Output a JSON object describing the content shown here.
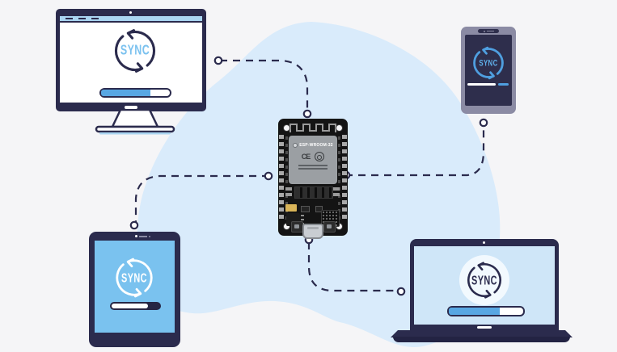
{
  "page": {
    "background_color": "#f5f5f7",
    "blob_color": "#d9ebfb"
  },
  "palette": {
    "navy": "#2b2b4d",
    "blue": "#58a7e3",
    "light_blue_text": "#7cc2ef",
    "phone_body": "#8b8ba4",
    "phone_screen": "#2e2e4c",
    "tablet_screen": "#7ac2ef",
    "laptop_screen": "#cfe6f8",
    "board_black": "#141414",
    "shield_gray": "#9b9fa3"
  },
  "devices": [
    {
      "id": "desktop-monitor",
      "position": "top-left",
      "sync_label": "SYNC",
      "progress_percent": 72
    },
    {
      "id": "smartphone",
      "position": "top-right",
      "sync_label": "SYNC",
      "progress_percent": 70
    },
    {
      "id": "tablet",
      "position": "bottom-left",
      "sync_label": "SYNC",
      "progress_percent": 72
    },
    {
      "id": "laptop",
      "position": "bottom-right",
      "sync_label": "SYNC",
      "progress_percent": 68
    }
  ],
  "board": {
    "id": "esp32-devkit",
    "module_label": "ESP-WROOM-32",
    "ce_mark": "CE"
  },
  "connections": [
    {
      "from": "esp32-devkit",
      "to": "desktop-monitor"
    },
    {
      "from": "esp32-devkit",
      "to": "smartphone"
    },
    {
      "from": "esp32-devkit",
      "to": "tablet"
    },
    {
      "from": "esp32-devkit",
      "to": "laptop"
    }
  ]
}
